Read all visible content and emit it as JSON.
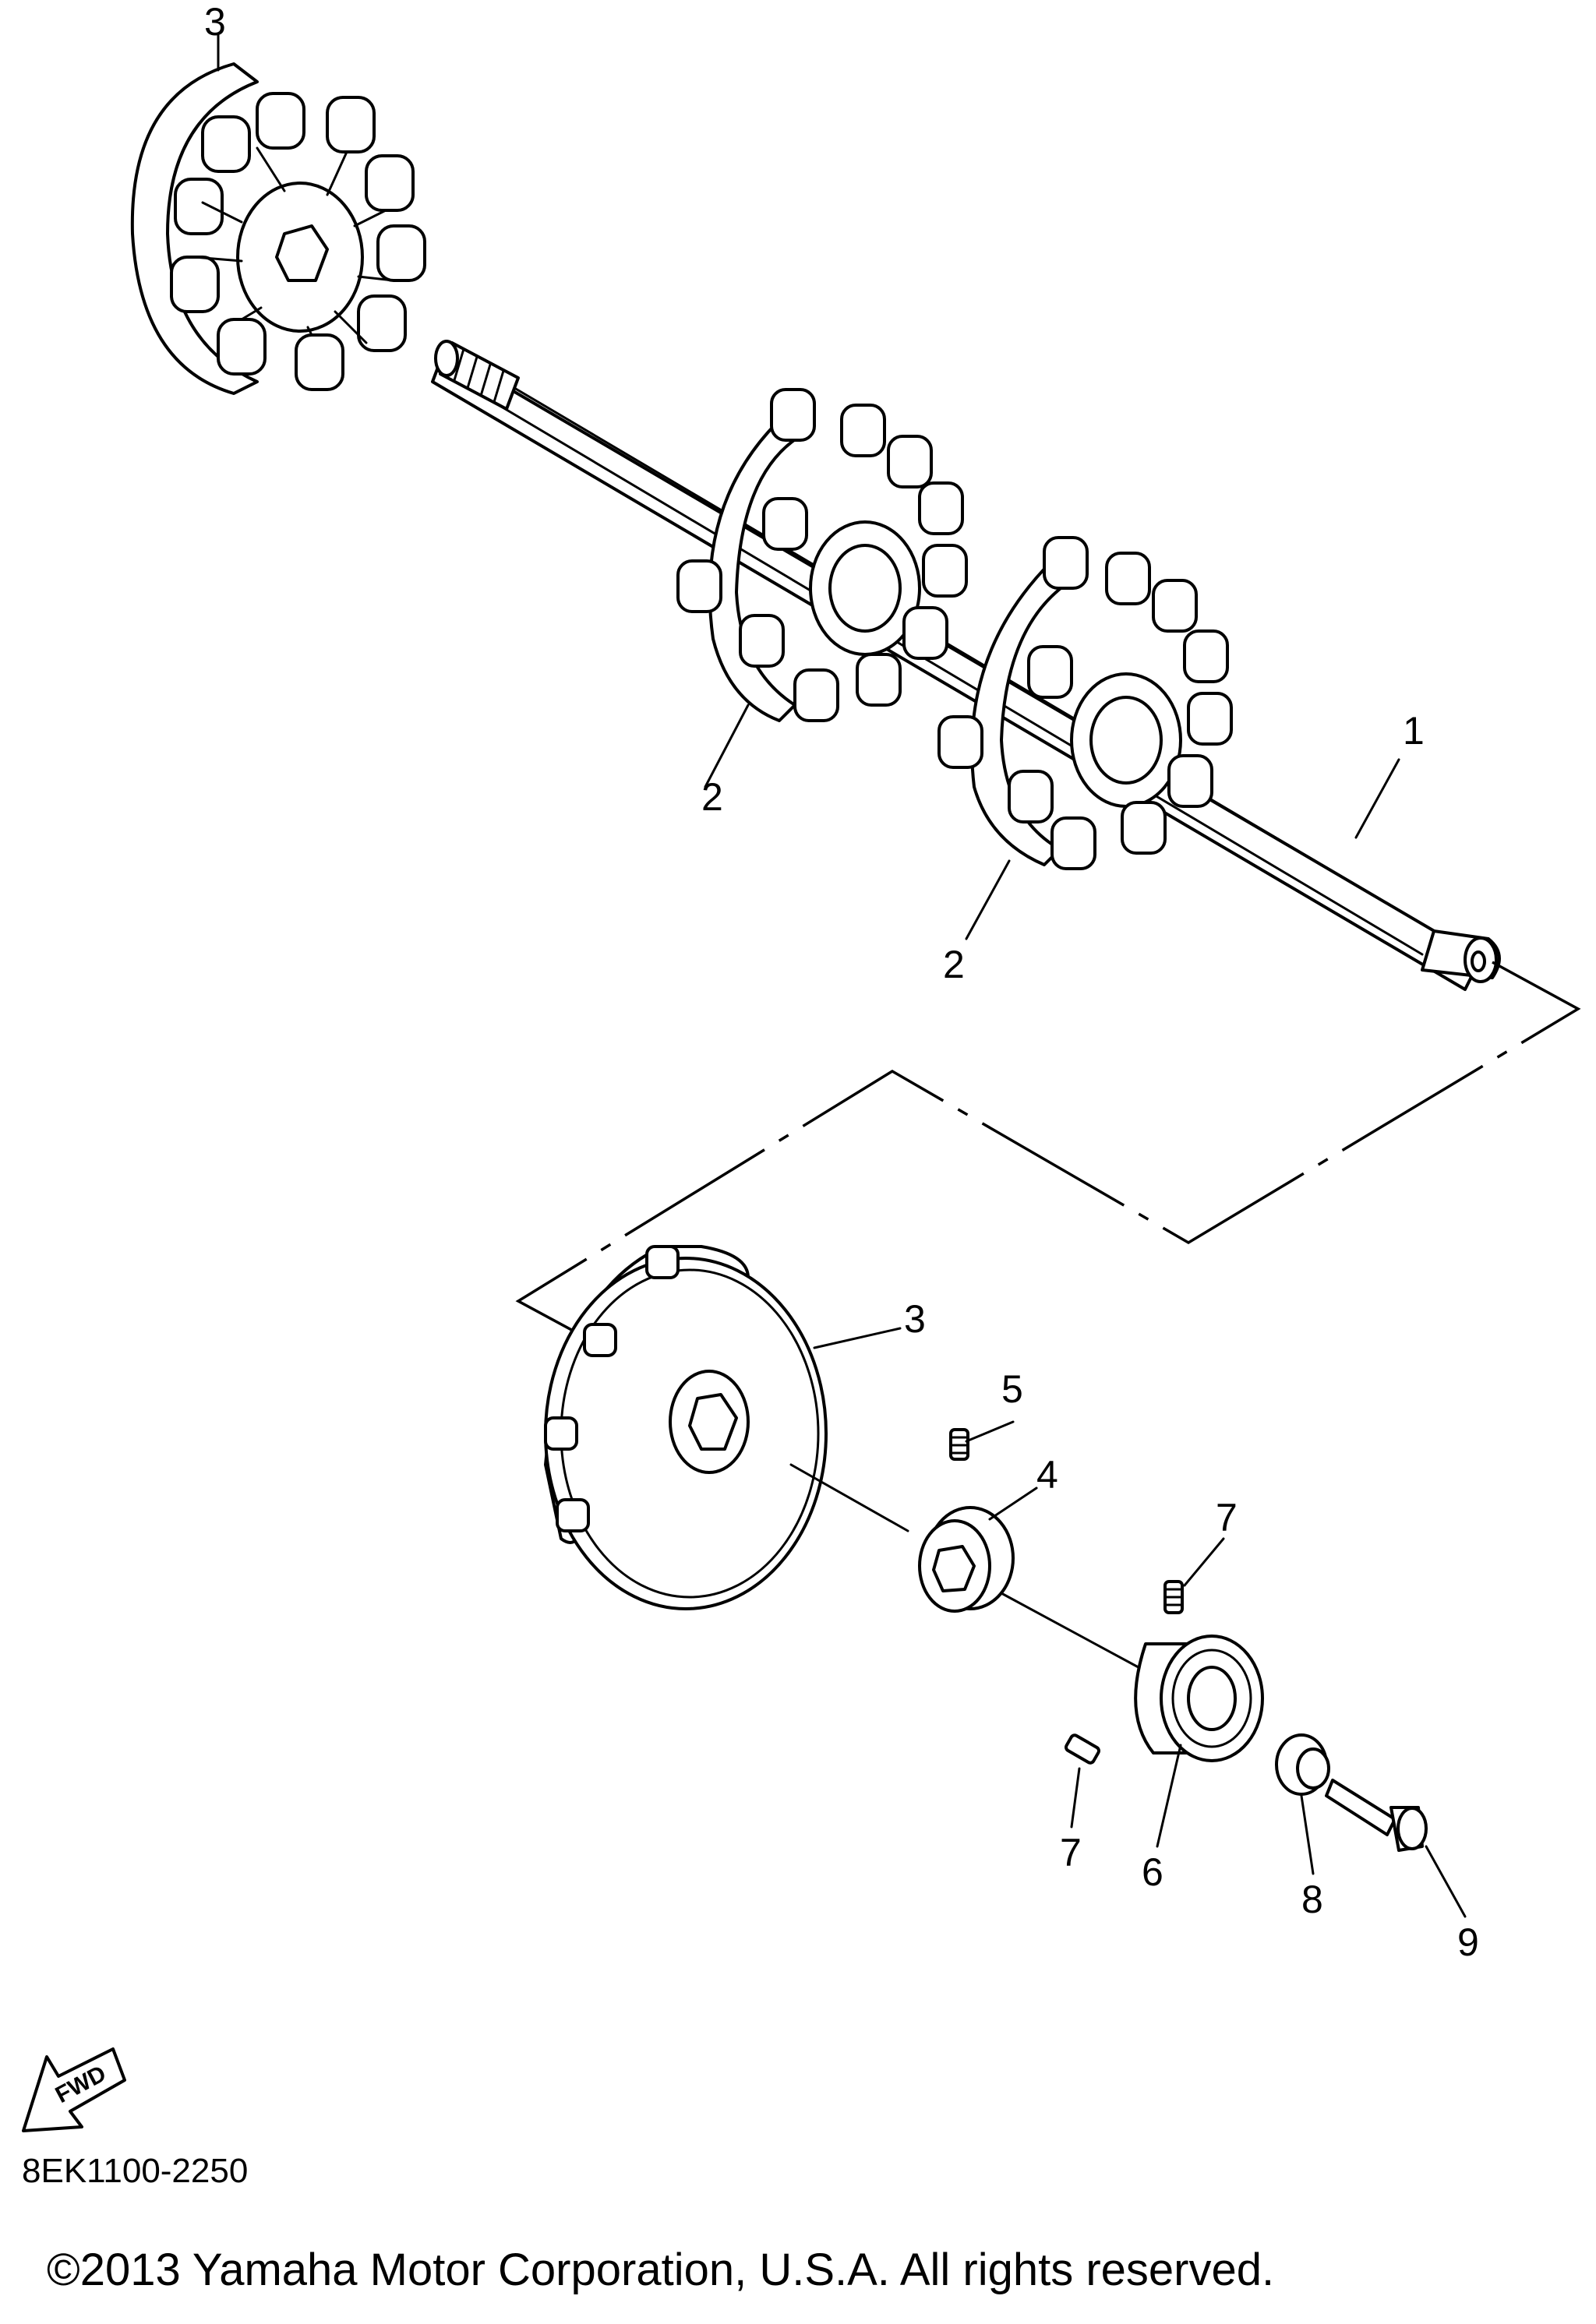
{
  "callouts": {
    "shaft": "1",
    "sprocket_a": "2",
    "sprocket_b": "2",
    "wheel_top": "3",
    "wheel_bottom": "3",
    "collar": "4",
    "set_screw": "5",
    "bearing_housing": "6",
    "screw_right": "7",
    "screw_left": "7",
    "cap": "8",
    "bolt": "9"
  },
  "fwd_label": "FWD",
  "diagram_code": "8EK1100-2250",
  "copyright": "©2013 Yamaha Motor Corporation, U.S.A. All rights reserved."
}
